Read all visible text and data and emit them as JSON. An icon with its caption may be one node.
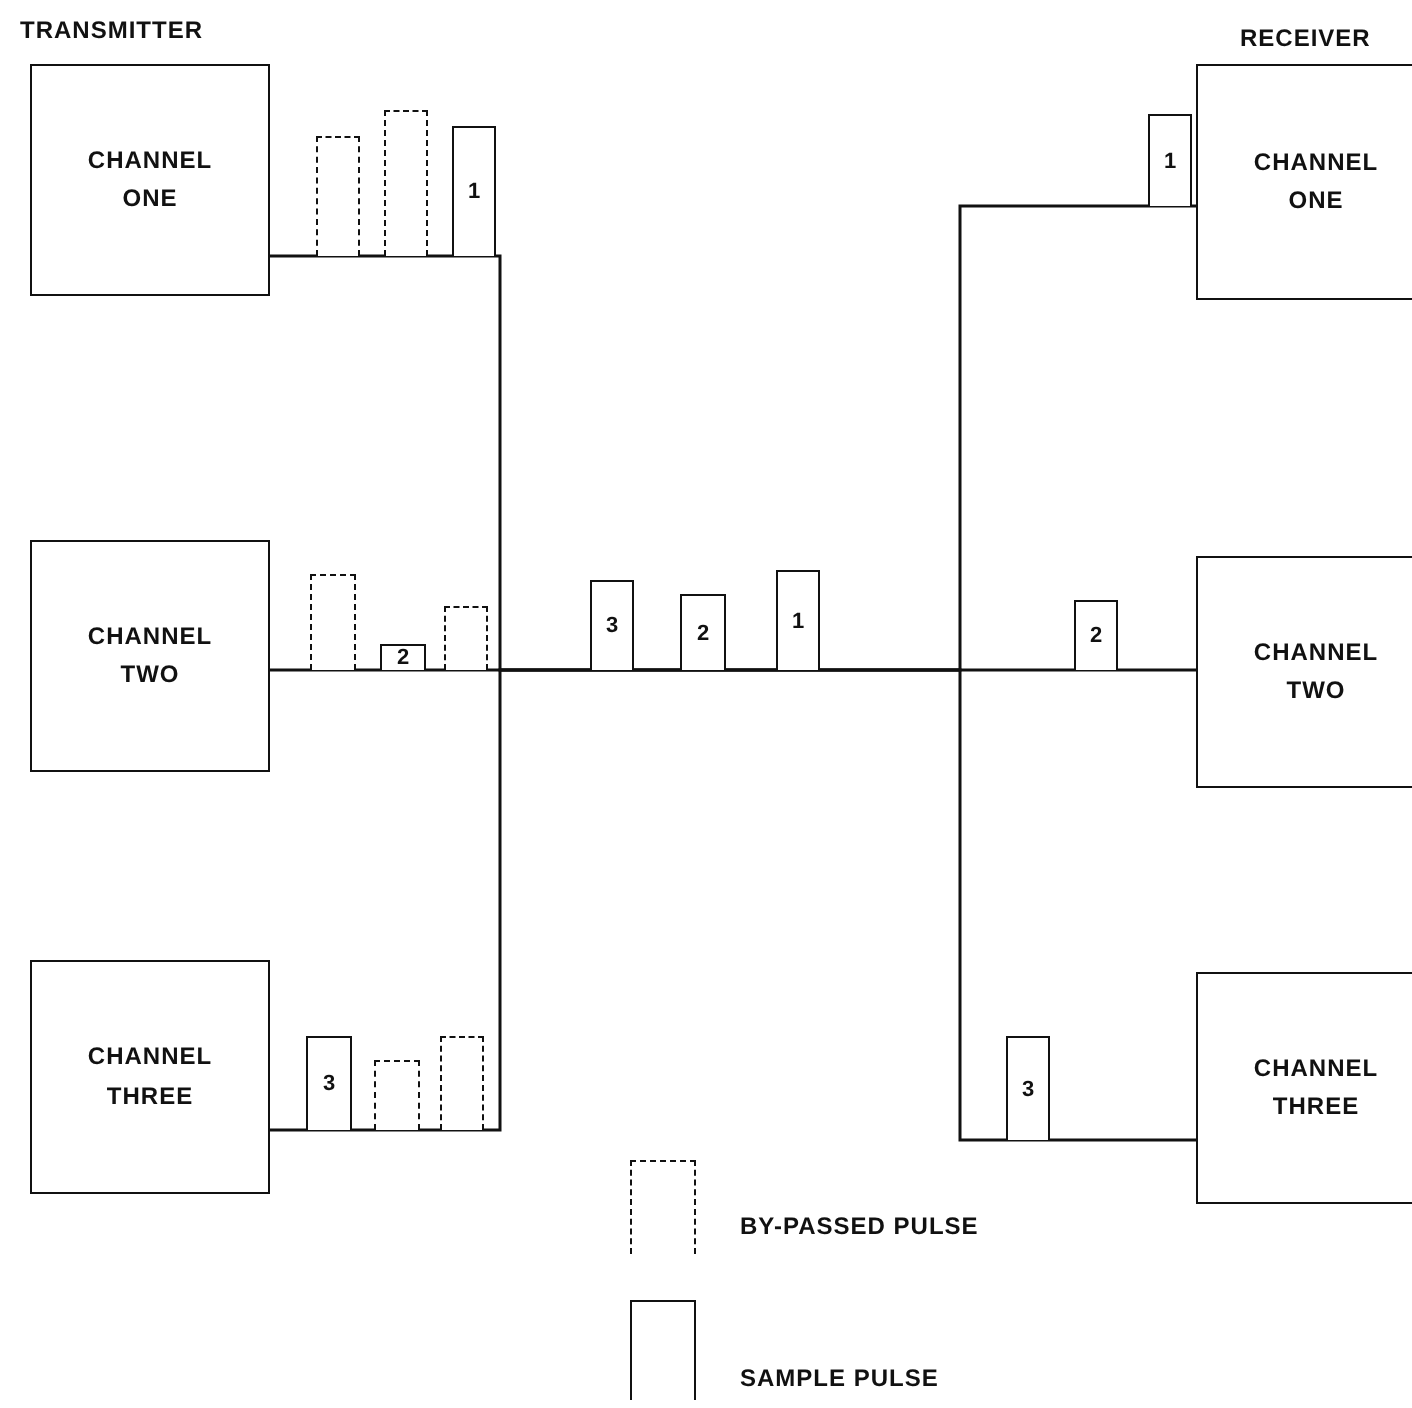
{
  "diagram": {
    "nodes": [
      {
        "text": [
          "CHANNEL ONE"
        ]
      },
      {
        "text": [
          "CHANNEL ONE"
        ]
      },
      {
        "text": [
          "CHANNEL TWO"
        ]
      },
      {
        "text": [
          "CHANNEL TWO"
        ]
      },
      {
        "text": [
          "CHANNEL THREE"
        ]
      },
      {
        "text": [
          "CHANNEL THREE"
        ]
      },
      {
        "text": [],
        "shape": "box"
      },
      {
        "text": [],
        "shape": "box"
      },
      {
        "text": [
          "1"
        ]
      },
      {
        "text": [
          "1"
        ]
      },
      {
        "text": [],
        "shape": "box"
      },
      {
        "text": [
          "2"
        ]
      },
      {
        "text": [],
        "shape": "box"
      },
      {
        "text": [
          "3"
        ]
      },
      {
        "text": [
          "2"
        ]
      },
      {
        "text": [
          "1"
        ]
      },
      {
        "text": [
          "2"
        ]
      },
      {
        "text": [
          "3"
        ]
      },
      {
        "text": [
          "3"
        ]
      },
      {
        "text": [],
        "shape": "box"
      },
      {
        "text": [],
        "shape": "box"
      }
    ],
    "edges": [
      {
        "from": 0,
        "to": 1,
        "arrow": "none"
      },
      {
        "from": 2,
        "to": 3,
        "arrow": "none"
      },
      {
        "from": 4,
        "to": 5,
        "arrow": "none"
      }
    ],
    "labels": [
      "TRANSMITTER",
      "RECEIVER"
    ],
    "legend": [
      {
        "text": "BY-PASSED PULSE"
      },
      {
        "text": "SAMPLE PULSE"
      }
    ]
  }
}
